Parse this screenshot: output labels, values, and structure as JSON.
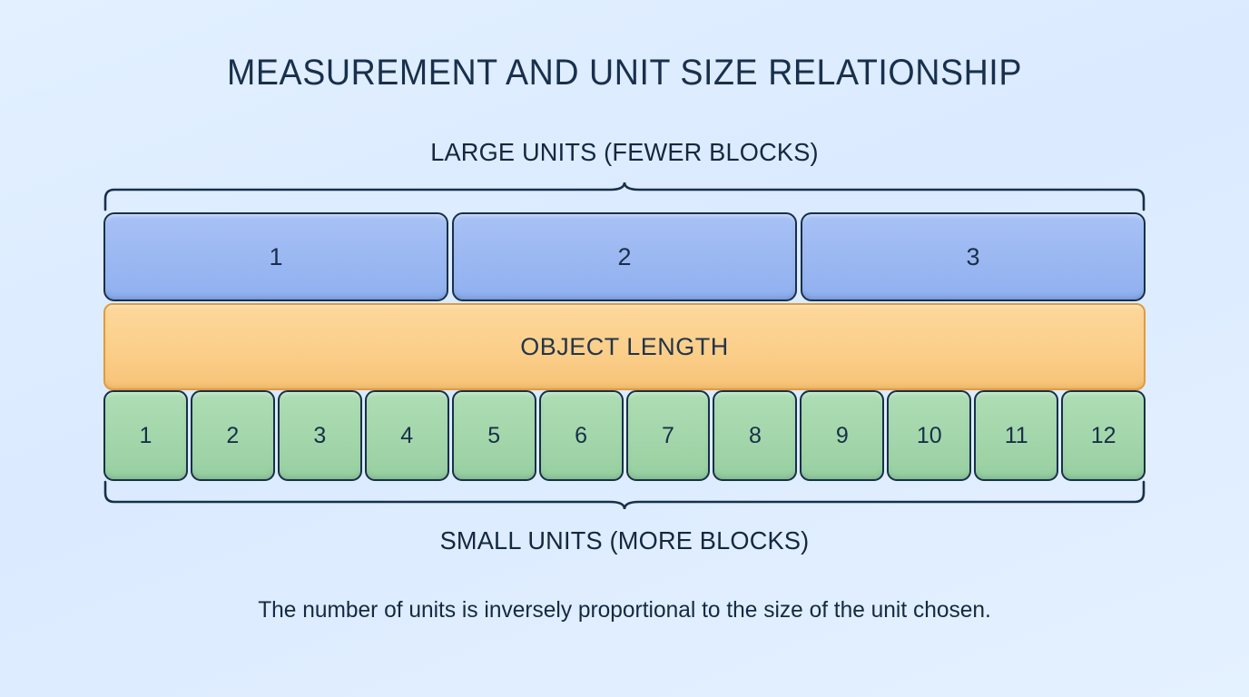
{
  "title": "MEASUREMENT AND UNIT SIZE RELATIONSHIP",
  "top_caption": "LARGE UNITS (FEWER BLOCKS)",
  "bottom_caption": "SMALL UNITS (MORE BLOCKS)",
  "footnote": "The number of units is inversely proportional to the size of the unit chosen.",
  "object_bar": {
    "label": "OBJECT LENGTH",
    "fill_color": "#fbcf8a",
    "border_color": "#e09b3d"
  },
  "large_units": {
    "count": 3,
    "labels": [
      "1",
      "2",
      "3"
    ],
    "fill_color": "#9cb8f2",
    "border_color": "#17304a"
  },
  "small_units": {
    "count": 12,
    "labels": [
      "1",
      "2",
      "3",
      "4",
      "5",
      "6",
      "7",
      "8",
      "9",
      "10",
      "11",
      "12"
    ],
    "fill_color": "#a3d6aa",
    "border_color": "#17304a"
  },
  "colors": {
    "background": "#ddeeff",
    "text": "#16293f",
    "brace": "#17304a"
  },
  "chart_data": {
    "type": "bar",
    "title": "MEASUREMENT AND UNIT SIZE RELATIONSHIP",
    "xlabel": "",
    "ylabel": "",
    "categories": [
      "Large units (fewer blocks)",
      "Object length",
      "Small units (more blocks)"
    ],
    "values": [
      3,
      1,
      12
    ],
    "series": [
      {
        "name": "Large units (fewer blocks)",
        "values": [
          1,
          2,
          3
        ]
      },
      {
        "name": "Small units (more blocks)",
        "values": [
          1,
          2,
          3,
          4,
          5,
          6,
          7,
          8,
          9,
          10,
          11,
          12
        ]
      }
    ],
    "annotations": [
      "LARGE UNITS (FEWER BLOCKS)",
      "OBJECT LENGTH",
      "SMALL UNITS (MORE BLOCKS)",
      "The number of units is inversely proportional to the size of the unit chosen."
    ],
    "grid": false,
    "legend": "none"
  }
}
